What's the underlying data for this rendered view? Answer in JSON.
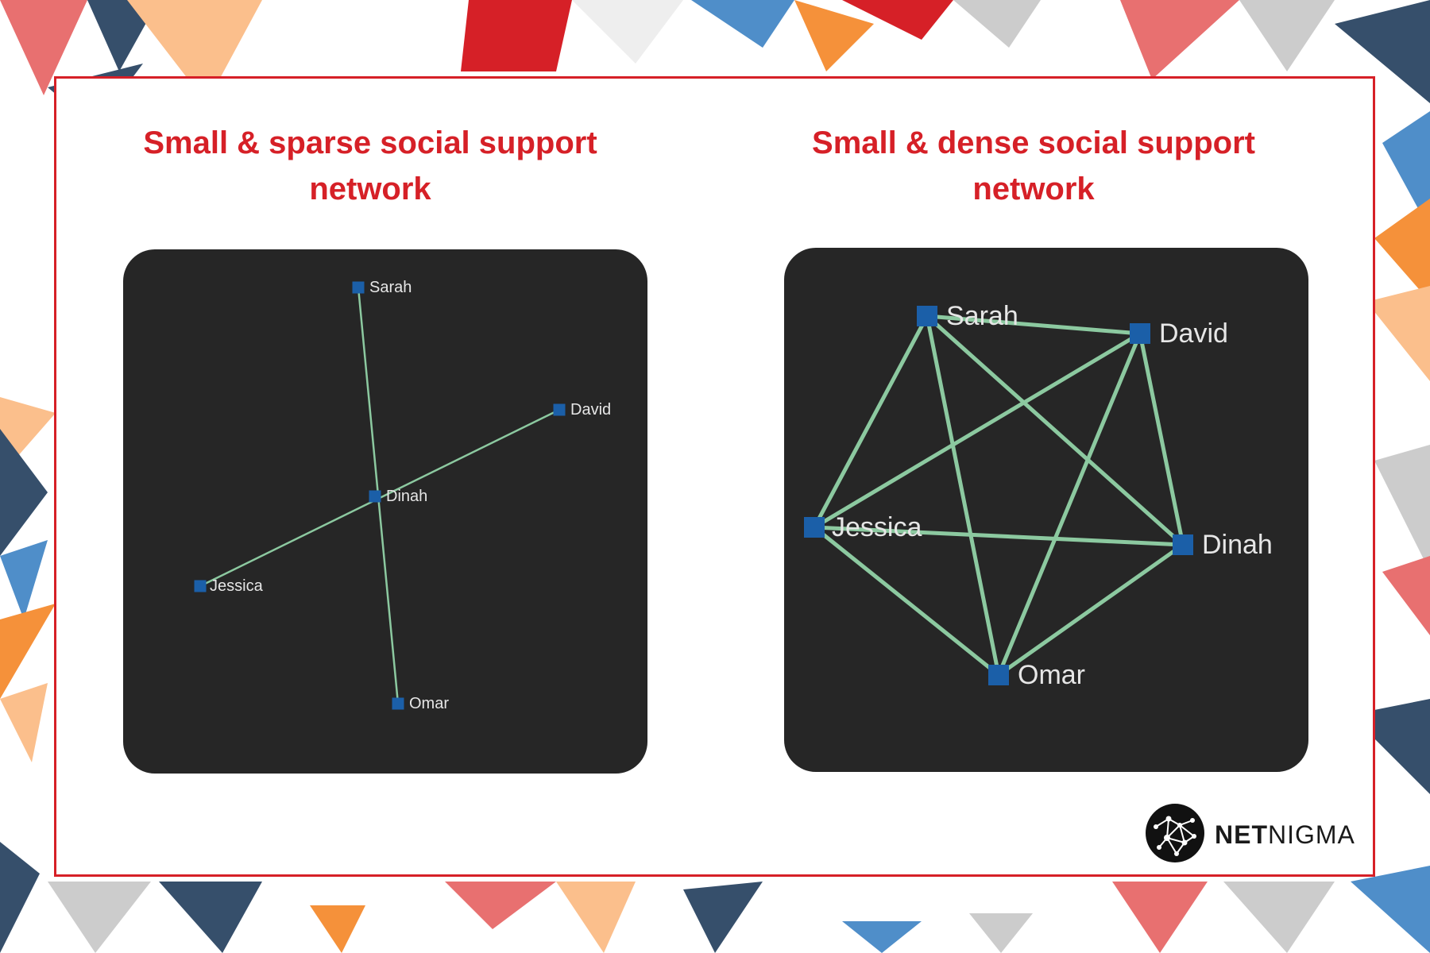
{
  "panels": [
    {
      "title": "Small & sparse social support network",
      "nodes": [
        "Sarah",
        "David",
        "Dinah",
        "Jessica",
        "Omar"
      ],
      "edges": [
        [
          "Sarah",
          "Omar"
        ],
        [
          "Jessica",
          "David"
        ]
      ]
    },
    {
      "title": "Small & dense social support network",
      "nodes": [
        "Sarah",
        "David",
        "Jessica",
        "Dinah",
        "Omar"
      ],
      "edges": [
        [
          "Sarah",
          "David"
        ],
        [
          "Sarah",
          "Jessica"
        ],
        [
          "Sarah",
          "Dinah"
        ],
        [
          "Sarah",
          "Omar"
        ],
        [
          "David",
          "Jessica"
        ],
        [
          "David",
          "Dinah"
        ],
        [
          "David",
          "Omar"
        ],
        [
          "Jessica",
          "Dinah"
        ],
        [
          "Jessica",
          "Omar"
        ],
        [
          "Dinah",
          "Omar"
        ]
      ]
    }
  ],
  "brand": {
    "bold": "NET",
    "regular": "NIGMA"
  },
  "colors": {
    "title": "#d62027",
    "frame_border": "#d62027",
    "graph_background": "#262626",
    "edge": "#8cc9a0",
    "node": "#1b5fa8",
    "node_label": "#e6e6e6"
  }
}
